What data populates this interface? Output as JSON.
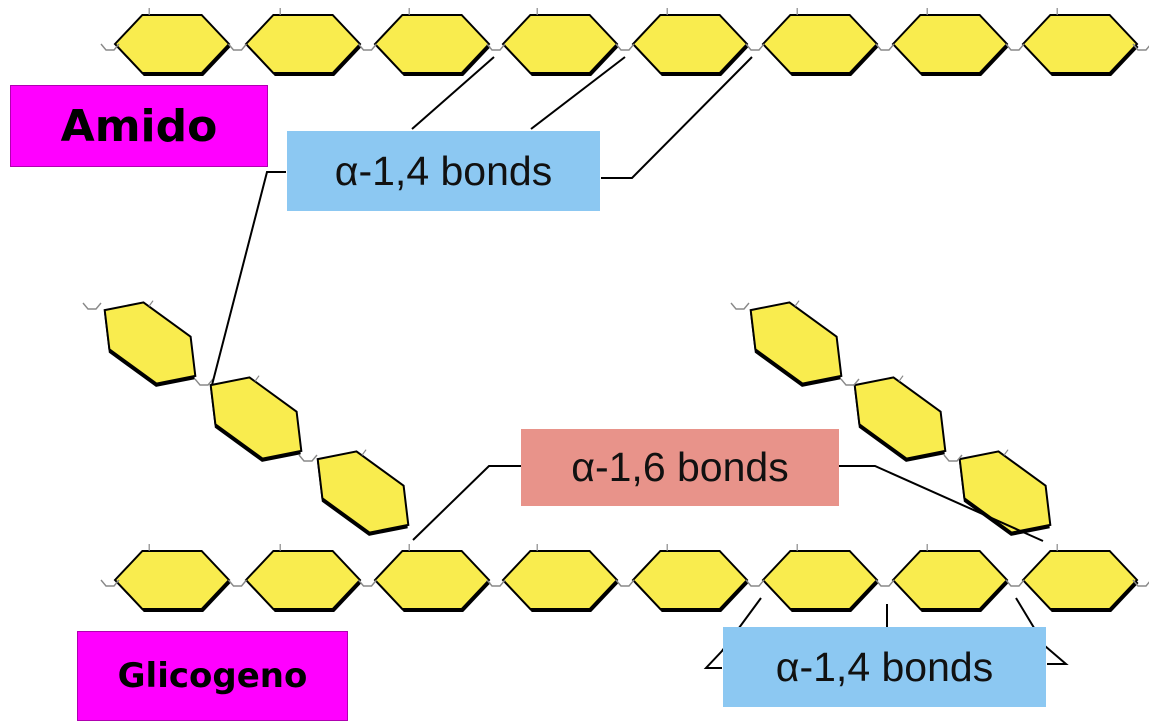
{
  "labels": {
    "amido": "Amido",
    "glicogeno": "Glicogeno",
    "bonds_a14_top": "α-1,4 bonds",
    "bonds_a16": "α-1,6 bonds",
    "bonds_a14_bottom": "α-1,4 bonds"
  },
  "colors": {
    "glucose_fill": "#f9ec4e",
    "glucose_outline": "#000000",
    "label_magenta": "#ff00ff",
    "label_blue": "#8cc8f2",
    "label_pink": "#e8938a"
  }
}
